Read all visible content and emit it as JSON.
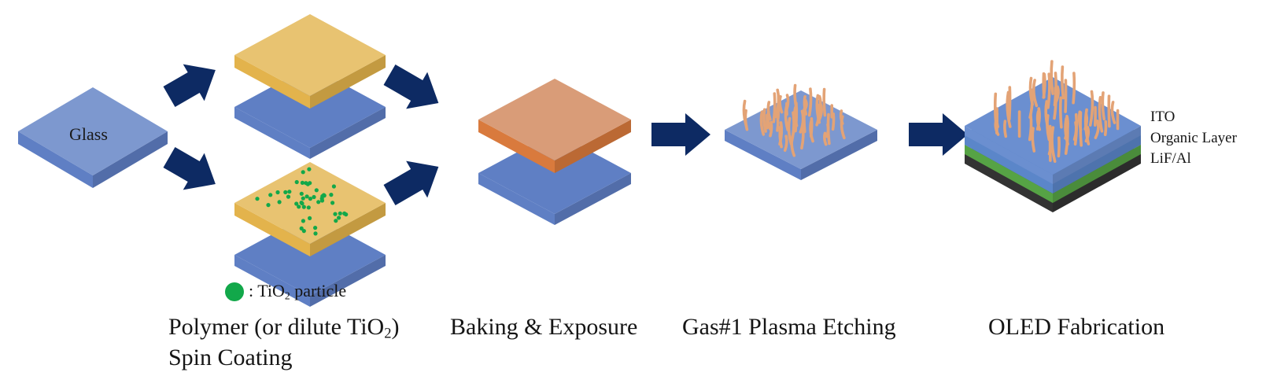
{
  "labels": {
    "glass": "Glass",
    "legend_prefix": ": ",
    "legend_element": "TiO",
    "legend_sub": "2",
    "legend_suffix": " particle"
  },
  "layer_labels": [
    "ITO",
    "Organic Layer",
    "LiF/Al"
  ],
  "captions": {
    "spin_line1_prefix": "Polymer (or dilute TiO",
    "spin_line1_sub": "2",
    "spin_line1_suffix": ")",
    "spin_line2": "Spin Coating",
    "baking": "Baking & Exposure",
    "etching": "Gas#1 Plasma Etching",
    "oled": "OLED Fabrication"
  },
  "colors": {
    "arrow": "#0d2a63",
    "glass_top": "#7d98cf",
    "glass_side": "#5f7fc4",
    "polymer_top": "#e8c371",
    "polymer_side": "#e3b34c",
    "baked_top": "#d99c78",
    "baked_side": "#d97a3d",
    "fiber": "#e3a376",
    "particle": "#12a84a",
    "ito": "#5b86c9",
    "organic": "#56a345",
    "lifal": "#333333"
  }
}
